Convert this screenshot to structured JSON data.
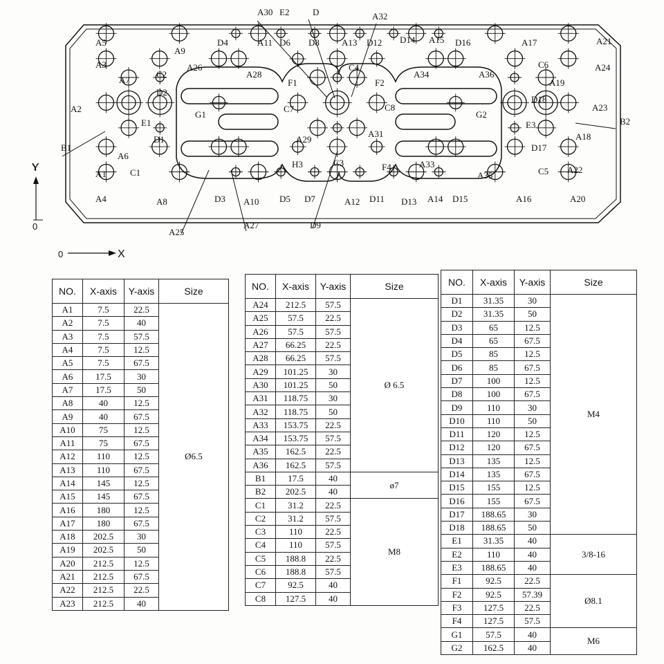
{
  "diagram": {
    "axis": {
      "y": "Y",
      "x": "X",
      "origin_y": "0",
      "origin_x": "0"
    },
    "callouts": [
      "A30",
      "E2",
      "D",
      "A32",
      "D4",
      "A11",
      "D6",
      "D8",
      "A13",
      "D12",
      "D14",
      "A15",
      "D16",
      "A17",
      "A21",
      "A5",
      "A9",
      "A3",
      "A7",
      "C2",
      "A26",
      "A28",
      "F1",
      "C4",
      "F2",
      "A34",
      "A36",
      "C6",
      "A24",
      "D2",
      "A19",
      "D18",
      "A2",
      "G1",
      "C7",
      "C8",
      "G2",
      "A23",
      "B1",
      "E1",
      "E3",
      "B2",
      "A6",
      "D1",
      "A29",
      "A31",
      "D17",
      "A18",
      "H3",
      "C3",
      "F4",
      "A33",
      "Y",
      "A1",
      "C1",
      "C5",
      "A22",
      "A35",
      "A4",
      "A8",
      "D3",
      "A10",
      "D5",
      "D7",
      "A12",
      "D11",
      "D13",
      "A14",
      "D15",
      "A16",
      "A20",
      "A25",
      "A27",
      "D9"
    ]
  },
  "columns": [
    "NO.",
    "X-axis",
    "Y-axis",
    "Size"
  ],
  "table1": {
    "rows": [
      [
        "A1",
        "7.5",
        "22.5"
      ],
      [
        "A2",
        "7.5",
        "40"
      ],
      [
        "A3",
        "7.5",
        "57.5"
      ],
      [
        "A4",
        "7.5",
        "12.5"
      ],
      [
        "A5",
        "7.5",
        "67.5"
      ],
      [
        "A6",
        "17.5",
        "30"
      ],
      [
        "A7",
        "17.5",
        "50"
      ],
      [
        "A8",
        "40",
        "12.5"
      ],
      [
        "A9",
        "40",
        "67.5"
      ],
      [
        "A10",
        "75",
        "12.5"
      ],
      [
        "A11",
        "75",
        "67.5"
      ],
      [
        "A12",
        "110",
        "12.5"
      ],
      [
        "A13",
        "110",
        "67.5"
      ],
      [
        "A14",
        "145",
        "12.5"
      ],
      [
        "A15",
        "145",
        "67.5"
      ],
      [
        "A16",
        "180",
        "12.5"
      ],
      [
        "A17",
        "180",
        "67.5"
      ],
      [
        "A18",
        "202.5",
        "30"
      ],
      [
        "A19",
        "202.5",
        "50"
      ],
      [
        "A20",
        "212.5",
        "12.5"
      ],
      [
        "A21",
        "212.5",
        "67.5"
      ],
      [
        "A22",
        "212.5",
        "22.5"
      ],
      [
        "A23",
        "212.5",
        "40"
      ]
    ],
    "groups": [
      {
        "size": "Ø6.5",
        "span": 23
      }
    ]
  },
  "table2": {
    "rows": [
      [
        "A24",
        "212.5",
        "57.5"
      ],
      [
        "A25",
        "57.5",
        "22.5"
      ],
      [
        "A26",
        "57.5",
        "57.5"
      ],
      [
        "A27",
        "66.25",
        "22.5"
      ],
      [
        "A28",
        "66.25",
        "57.5"
      ],
      [
        "A29",
        "101.25",
        "30"
      ],
      [
        "A30",
        "101.25",
        "50"
      ],
      [
        "A31",
        "118.75",
        "30"
      ],
      [
        "A32",
        "118.75",
        "50"
      ],
      [
        "A33",
        "153.75",
        "22.5"
      ],
      [
        "A34",
        "153.75",
        "57.5"
      ],
      [
        "A35",
        "162.5",
        "22.5"
      ],
      [
        "A36",
        "162.5",
        "57.5"
      ],
      [
        "B1",
        "17.5",
        "40"
      ],
      [
        "B2",
        "202.5",
        "40"
      ],
      [
        "C1",
        "31.2",
        "22.5"
      ],
      [
        "C2",
        "31.2",
        "57.5"
      ],
      [
        "C3",
        "110",
        "22.5"
      ],
      [
        "C4",
        "110",
        "57.5"
      ],
      [
        "C5",
        "188.8",
        "22.5"
      ],
      [
        "C6",
        "188.8",
        "57.5"
      ],
      [
        "C7",
        "92.5",
        "40"
      ],
      [
        "C8",
        "127.5",
        "40"
      ]
    ],
    "groups": [
      {
        "size": "Ø 6.5",
        "span": 13
      },
      {
        "size": "ø7",
        "span": 2
      },
      {
        "size": "M8",
        "span": 8
      }
    ]
  },
  "table3": {
    "rows": [
      [
        "D1",
        "31.35",
        "30"
      ],
      [
        "D2",
        "31.35",
        "50"
      ],
      [
        "D3",
        "65",
        "12.5"
      ],
      [
        "D4",
        "65",
        "67.5"
      ],
      [
        "D5",
        "85",
        "12.5"
      ],
      [
        "D6",
        "85",
        "67.5"
      ],
      [
        "D7",
        "100",
        "12.5"
      ],
      [
        "D8",
        "100",
        "67.5"
      ],
      [
        "D9",
        "110",
        "30"
      ],
      [
        "D10",
        "110",
        "50"
      ],
      [
        "D11",
        "120",
        "12.5"
      ],
      [
        "D12",
        "120",
        "67.5"
      ],
      [
        "D13",
        "135",
        "12.5"
      ],
      [
        "D14",
        "135",
        "67.5"
      ],
      [
        "D15",
        "155",
        "12.5"
      ],
      [
        "D16",
        "155",
        "67.5"
      ],
      [
        "D17",
        "188.65",
        "30"
      ],
      [
        "D18",
        "188.65",
        "50"
      ],
      [
        "E1",
        "31.35",
        "40"
      ],
      [
        "E2",
        "110",
        "40"
      ],
      [
        "E3",
        "188.65",
        "40"
      ],
      [
        "F1",
        "92.5",
        "22.5"
      ],
      [
        "F2",
        "92.5",
        "57.39"
      ],
      [
        "F3",
        "127.5",
        "22.5"
      ],
      [
        "F4",
        "127.5",
        "57.5"
      ],
      [
        "G1",
        "57.5",
        "40"
      ],
      [
        "G2",
        "162.5",
        "40"
      ]
    ],
    "groups": [
      {
        "size": "M4",
        "span": 18
      },
      {
        "size": "3/8-16",
        "span": 3
      },
      {
        "size": "Ø8.1",
        "span": 4
      },
      {
        "size": "M6",
        "span": 2
      }
    ]
  }
}
